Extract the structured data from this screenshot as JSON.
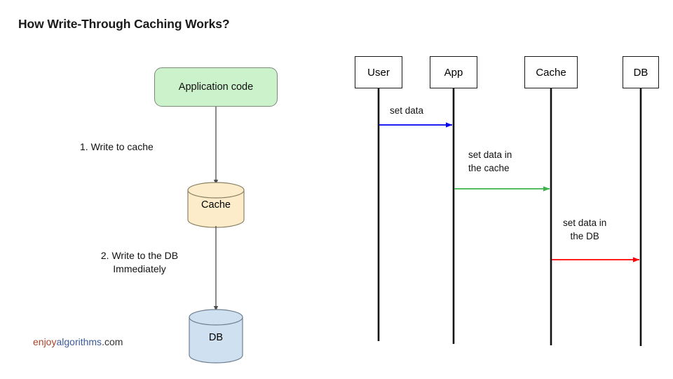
{
  "page": {
    "title": "How Write-Through Caching Works?",
    "background_color": "#ffffff"
  },
  "left_flow": {
    "nodes": [
      {
        "id": "application-code",
        "label": "Application code",
        "shape": "rounded-rect",
        "fill": "#ccf2cc",
        "stroke": "#7b8a7b"
      },
      {
        "id": "cache",
        "label": "Cache",
        "shape": "cylinder",
        "fill": "#fcecc9",
        "stroke": "#8a8165"
      },
      {
        "id": "db",
        "label": "DB",
        "shape": "cylinder",
        "fill": "#cfe0f0",
        "stroke": "#6f7f92"
      }
    ],
    "steps": [
      {
        "number": "1",
        "text": "1. Write to cache"
      },
      {
        "number": "2",
        "text": "2. Write to the DB\nImmediately"
      }
    ],
    "connector_color": "#4d4d4d"
  },
  "sequence_diagram": {
    "participants": [
      {
        "id": "user",
        "label": "User"
      },
      {
        "id": "app",
        "label": "App"
      },
      {
        "id": "cache",
        "label": "Cache"
      },
      {
        "id": "db",
        "label": "DB"
      }
    ],
    "messages": [
      {
        "id": "set-data",
        "label": "set data",
        "from": "user",
        "to": "app",
        "color": "#0000ee"
      },
      {
        "id": "set-data-in-cache",
        "label": "set data in\nthe cache",
        "from": "app",
        "to": "cache",
        "color": "#3cb44a"
      },
      {
        "id": "set-data-in-db",
        "label": "set data in\nthe DB",
        "from": "cache",
        "to": "db",
        "color": "#ff0000"
      }
    ],
    "lifeline_color": "#111111",
    "box_stroke": "#1a1a1a"
  },
  "watermark": {
    "part1": "enjoy",
    "part2": "algorithms",
    "part3": ".com",
    "color1": "#a8432a",
    "color2": "#3c5a9a",
    "color3": "#333333"
  }
}
